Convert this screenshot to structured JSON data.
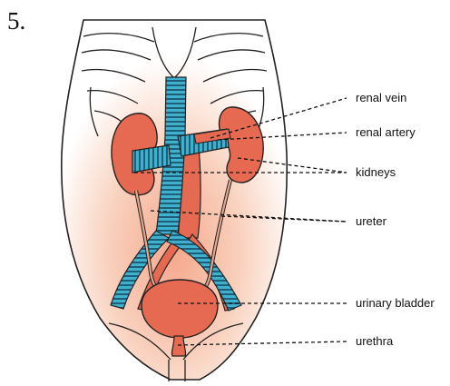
{
  "question_number": "5.",
  "labels": {
    "renal_vein": "renal vein",
    "renal_artery": "renal artery",
    "kidneys": "kidneys",
    "ureter": "ureter",
    "urinary_bladder": "urinary bladder",
    "urethra": "urethra"
  },
  "colors": {
    "organ": "#e66a52",
    "organ_dark": "#c44a35",
    "vein": "#3fb1cf",
    "vein_stripe": "#1e5f78",
    "skin": "#f7c9b2",
    "outline": "#222222"
  }
}
